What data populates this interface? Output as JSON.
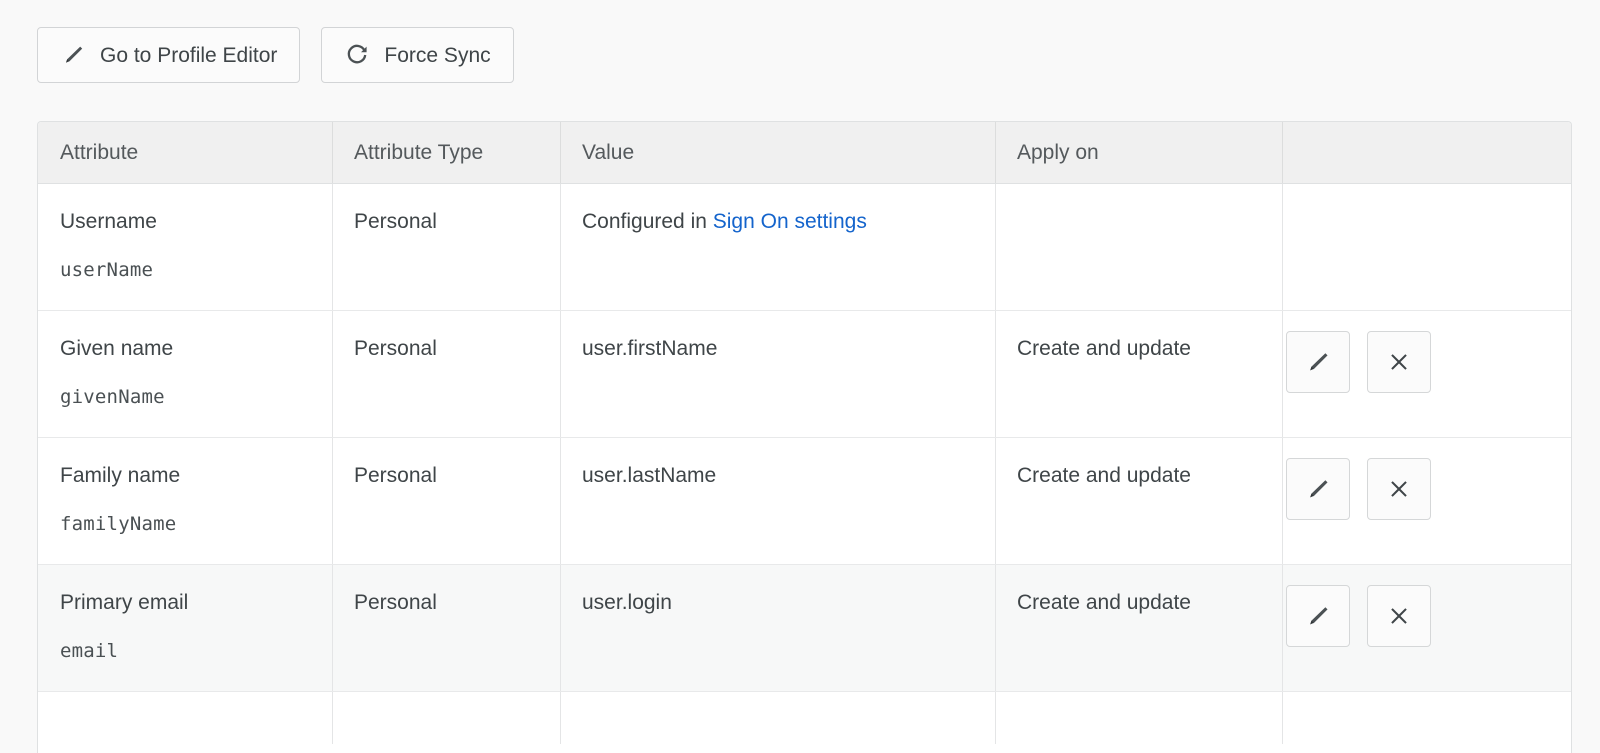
{
  "toolbar": {
    "buttons": [
      {
        "label": "Go to Profile Editor",
        "icon": "pencil-icon"
      },
      {
        "label": "Force Sync",
        "icon": "refresh-icon"
      }
    ]
  },
  "table": {
    "columns": [
      "Attribute",
      "Attribute Type",
      "Value",
      "Apply on",
      ""
    ],
    "rows": [
      {
        "attribute": "Username",
        "attribute_key": "userName",
        "attribute_type": "Personal",
        "value_prefix": "Configured in ",
        "value_link": "Sign On settings",
        "apply_on": "",
        "has_actions": false
      },
      {
        "attribute": "Given name",
        "attribute_key": "givenName",
        "attribute_type": "Personal",
        "value_prefix": "user.firstName",
        "value_link": "",
        "apply_on": "Create and update",
        "has_actions": true
      },
      {
        "attribute": "Family name",
        "attribute_key": "familyName",
        "attribute_type": "Personal",
        "value_prefix": "user.lastName",
        "value_link": "",
        "apply_on": "Create and update",
        "has_actions": true
      },
      {
        "attribute": "Primary email",
        "attribute_key": "email",
        "attribute_type": "Personal",
        "value_prefix": "user.login",
        "value_link": "",
        "apply_on": "Create and update",
        "has_actions": true
      }
    ]
  },
  "actions": {
    "edit_icon": "pencil-icon",
    "delete_icon": "close-x-icon"
  },
  "colors": {
    "page_background": "#f9f9f9",
    "link": "#1464cc",
    "text": "#3f4548",
    "header_background": "#f0f0f0",
    "row_alt_background": "#f7f8f8",
    "border": "#dfe1e2"
  }
}
